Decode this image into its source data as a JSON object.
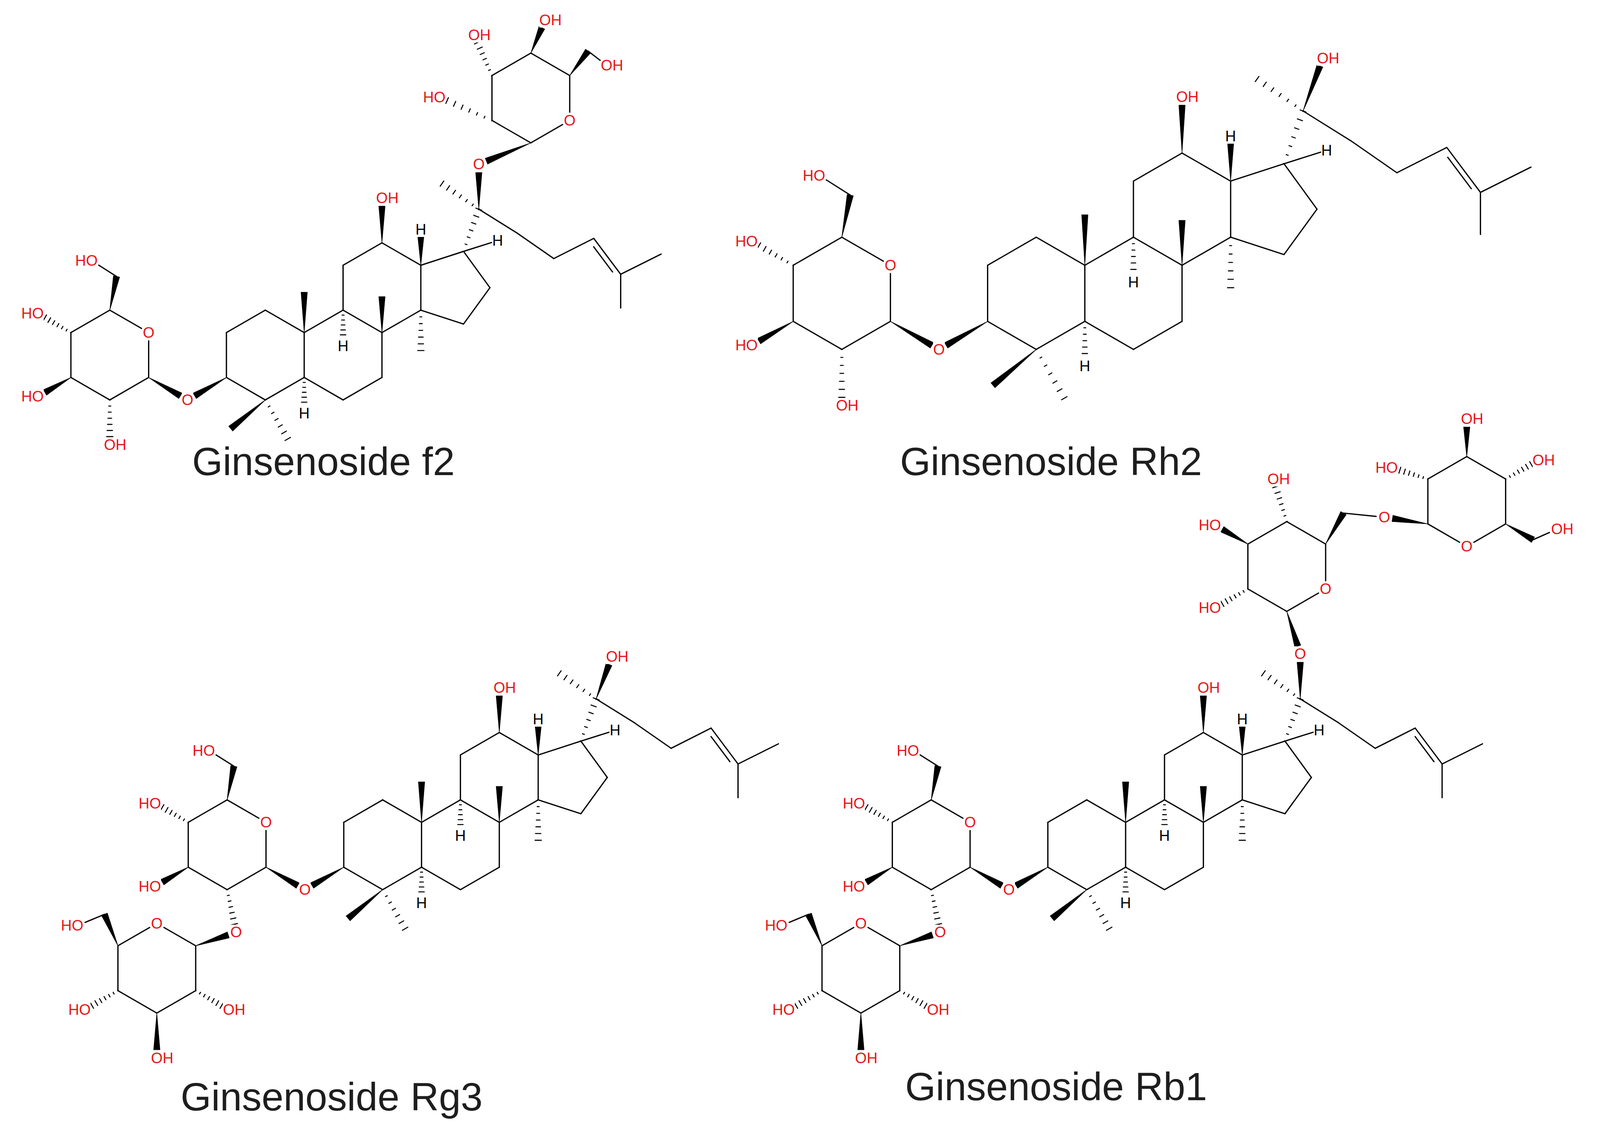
{
  "diagram": {
    "labels": [
      "OH",
      "OH",
      "HO",
      "OH",
      "O",
      "O",
      "HO",
      "HO",
      "HO",
      "O",
      "OH",
      "O",
      "OH",
      "H",
      "H",
      "H",
      "H",
      "Ginsenoside f2",
      "HO",
      "HO",
      "HO",
      "O",
      "OH",
      "O",
      "OH",
      "OH",
      "H",
      "H",
      "H",
      "H",
      "Ginsenoside Rh2",
      "OH",
      "OH",
      "H",
      "H",
      "HO",
      "HO",
      "HO",
      "O",
      "O",
      "H",
      "H",
      "O",
      "O",
      "HO",
      "HO",
      "OH",
      "OH",
      "Ginsenoside Rg3",
      "OH",
      "HO",
      "OH",
      "O",
      "OH",
      "OH",
      "HO",
      "O",
      "O",
      "HO",
      "O",
      "OH",
      "H",
      "H",
      "H",
      "H",
      "HO",
      "HO",
      "HO",
      "O",
      "O",
      "O",
      "O",
      "HO",
      "HO",
      "OH",
      "OH",
      "Ginsenoside Rb1"
    ]
  }
}
